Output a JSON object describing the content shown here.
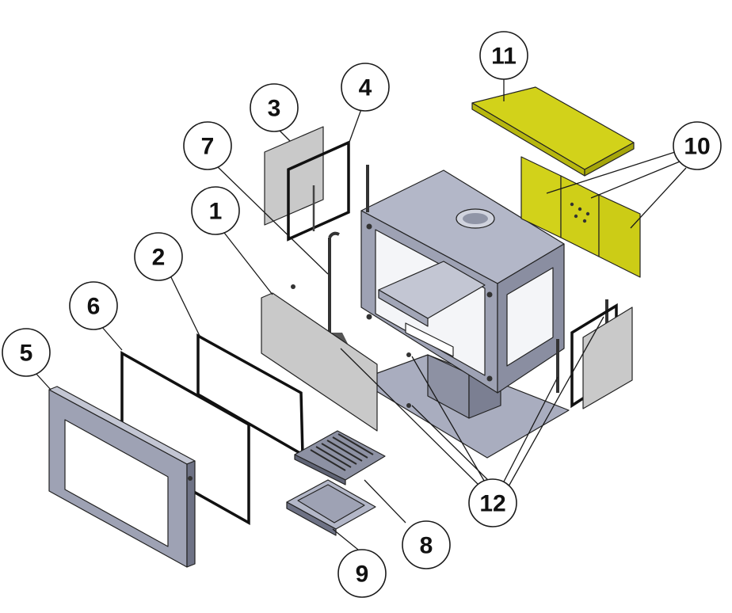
{
  "colors": {
    "steel": "#9ea2b4",
    "steel_dark": "#6e7285",
    "steel_light": "#b8bccb",
    "glass": "#c9c9c9",
    "vermiculite": "#d2d21a",
    "vermiculite_dark": "#b7b70f"
  },
  "callouts": [
    {
      "id": "part-1",
      "label": "1"
    },
    {
      "id": "part-2",
      "label": "2"
    },
    {
      "id": "part-3",
      "label": "3"
    },
    {
      "id": "part-4",
      "label": "4"
    },
    {
      "id": "part-5",
      "label": "5"
    },
    {
      "id": "part-6",
      "label": "6"
    },
    {
      "id": "part-7",
      "label": "7"
    },
    {
      "id": "part-8",
      "label": "8"
    },
    {
      "id": "part-9",
      "label": "9"
    },
    {
      "id": "part-10",
      "label": "10"
    },
    {
      "id": "part-11",
      "label": "11"
    },
    {
      "id": "part-12",
      "label": "12"
    }
  ]
}
